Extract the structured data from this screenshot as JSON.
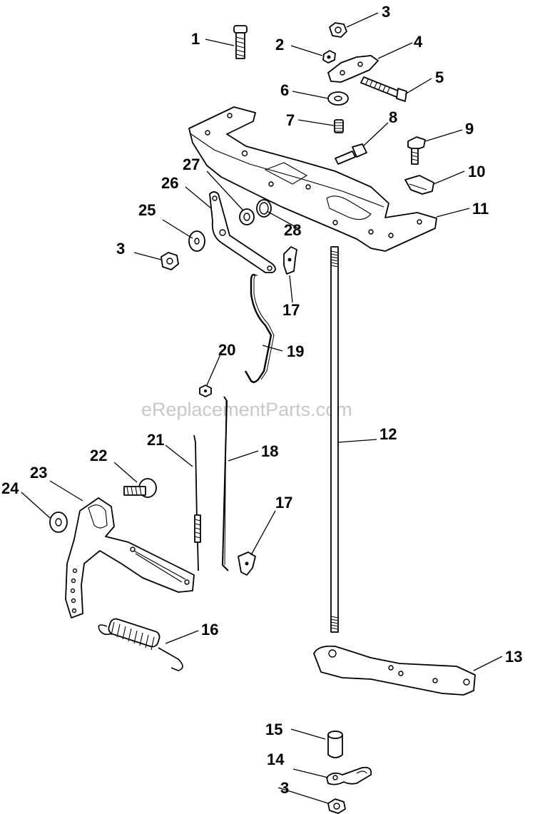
{
  "watermark": "eReplacementParts.com",
  "callouts": [
    "1",
    "2",
    "3",
    "4",
    "5",
    "6",
    "7",
    "8",
    "9",
    "10",
    "11",
    "12",
    "13",
    "14",
    "15",
    "16",
    "17",
    "17",
    "18",
    "19",
    "20",
    "21",
    "22",
    "23",
    "24",
    "25",
    "26",
    "27",
    "28",
    "3",
    "3"
  ]
}
